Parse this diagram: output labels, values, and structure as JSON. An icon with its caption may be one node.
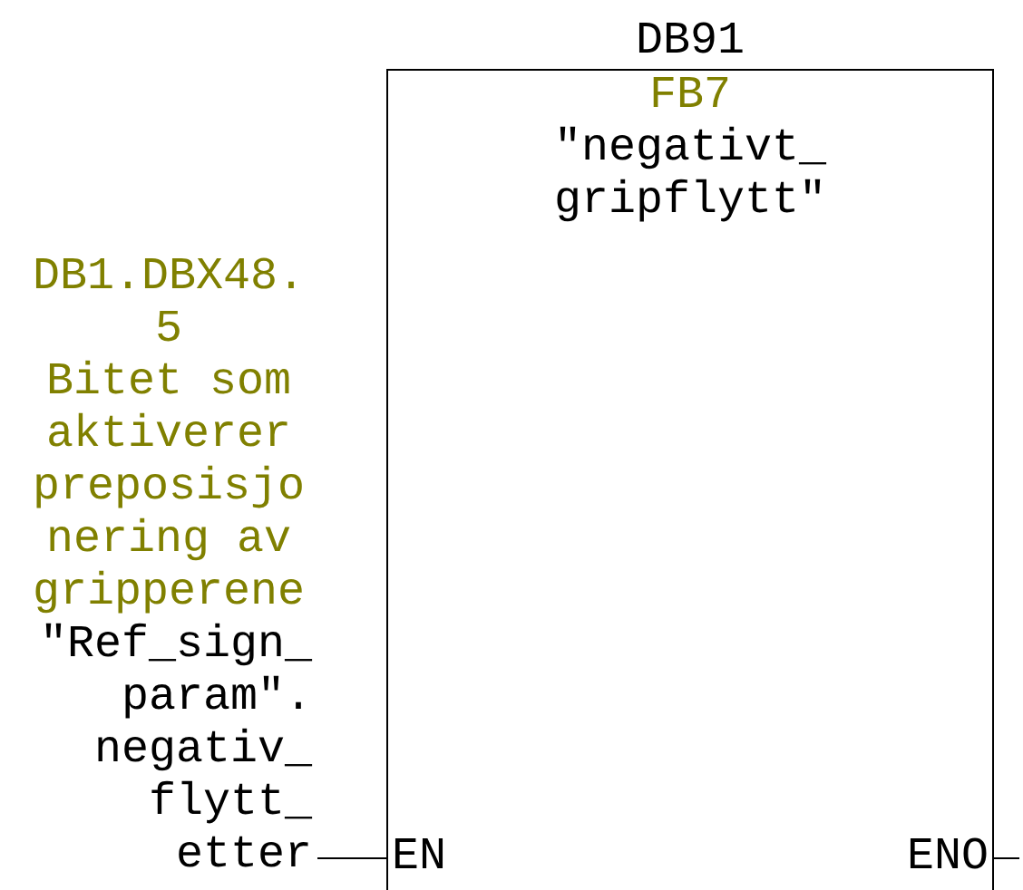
{
  "diagram": {
    "nodes": [
      {
        "text": [
          "DB91",
          "FB7",
          "\"negativt_gripflytt\"",
          "EN",
          "ENO"
        ]
      },
      {
        "text": [
          "DB1.DBX48.5",
          "Bitet som aktiverer preposisjonering av gripperene",
          "\"Ref_sign_param\".negativ_flytt_etter"
        ]
      }
    ],
    "edges": [
      {
        "from": 1,
        "to": 0,
        "arrow": "none"
      },
      {
        "from": 0,
        "to": null,
        "arrow": "none"
      }
    ]
  }
}
